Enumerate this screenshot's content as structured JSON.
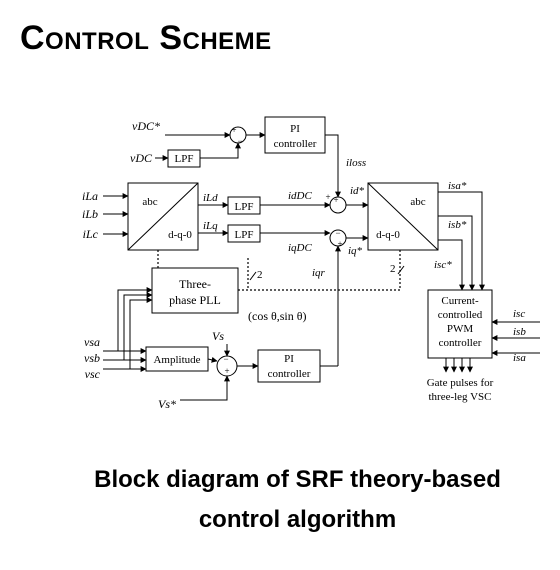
{
  "slide": {
    "title": "Control Scheme"
  },
  "diagram": {
    "inputs": {
      "vdc_ref": "vDC*",
      "vdc": "vDC",
      "ila": "iLa",
      "ilb": "iLb",
      "ilc": "iLc",
      "vsa": "vsa",
      "vsb": "vsb",
      "vsc": "vsc",
      "vs_ref": "Vs*"
    },
    "blocks": {
      "pi_top": [
        "PI",
        "controller"
      ],
      "lpf": "LPF",
      "abc_dq0_left": {
        "top": "abc",
        "bottom": "d-q-0"
      },
      "lpf_d": "LPF",
      "lpf_q": "LPF",
      "dq0_abc_right": {
        "top": "abc",
        "bottom": "d-q-0"
      },
      "pll": [
        "Three-",
        "phase PLL"
      ],
      "amplitude": "Amplitude",
      "pi_bottom": [
        "PI",
        "controller"
      ],
      "pwm": [
        "Current-",
        "controlled",
        "PWM",
        "controller"
      ]
    },
    "signals": {
      "iloss": "iloss",
      "ild": "iLd",
      "ilq": "iLq",
      "iddc": "idDC",
      "iqdc": "iqDC",
      "id_ref": "id*",
      "iq_ref": "iq*",
      "iqr": "iqr",
      "isa_ref": "isa*",
      "isb_ref": "isb*",
      "isc_ref": "isc*",
      "cos_sin": "(cos θ,sin θ)",
      "vs": "Vs",
      "isc": "isc",
      "isb": "isb",
      "isa": "isa",
      "two_left": "2",
      "two_right": "2"
    },
    "signs": {
      "plus": "+",
      "minus": "−"
    },
    "gate_label": [
      "Gate pulses for",
      "three-leg VSC"
    ]
  },
  "caption": {
    "line1": "Block diagram of SRF theory-based",
    "line2": "control algorithm"
  }
}
